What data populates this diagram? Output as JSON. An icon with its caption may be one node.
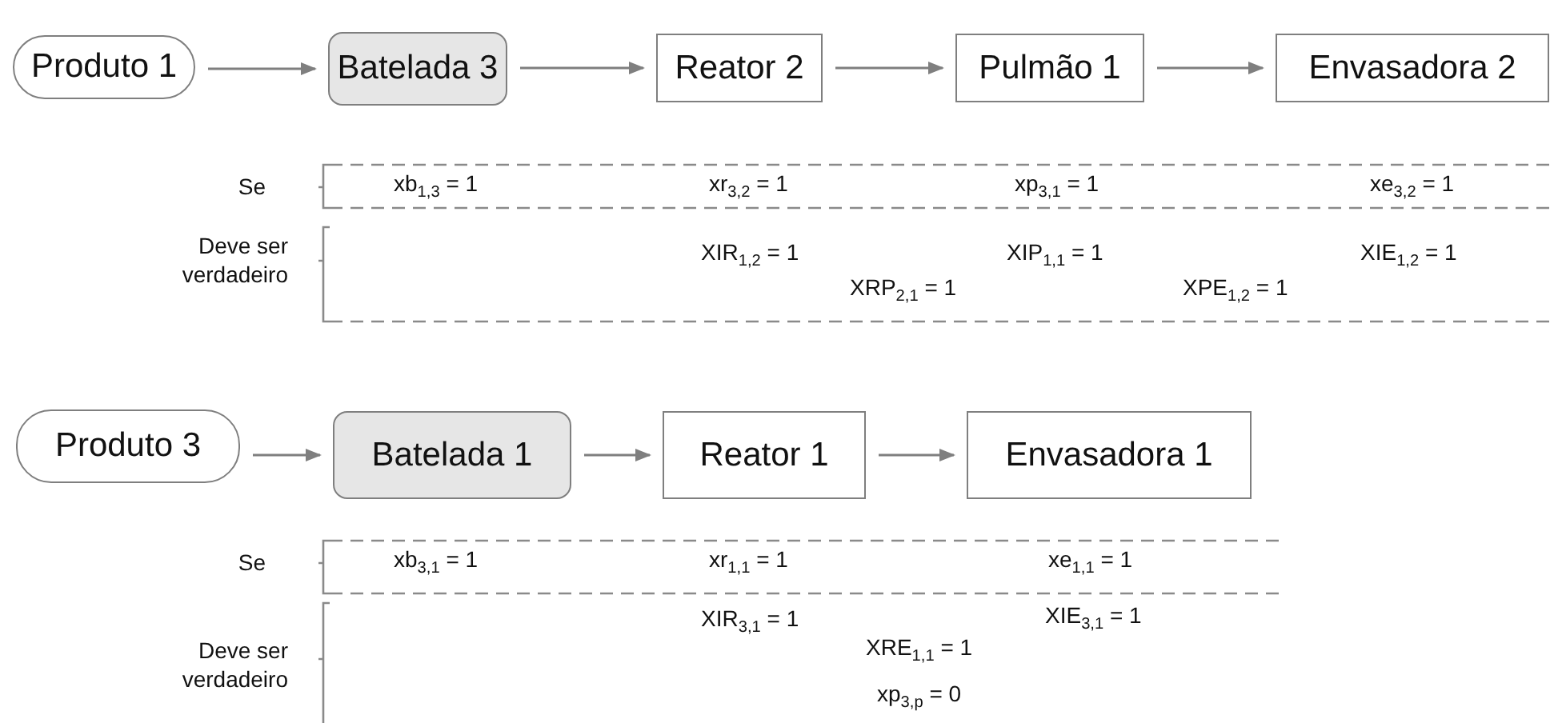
{
  "diagram": {
    "nodes": [
      {
        "text": [
          "Produto 1"
        ]
      },
      {
        "text": [
          "Batelada 3"
        ]
      },
      {
        "text": [
          "Reator 2"
        ]
      },
      {
        "text": [
          "Pulmão 1"
        ]
      },
      {
        "text": [
          "Envasadora 2"
        ]
      },
      {
        "text": [
          "Produto 3"
        ]
      },
      {
        "text": [
          "Batelada 1"
        ]
      },
      {
        "text": [
          "Reator 1"
        ]
      },
      {
        "text": [
          "Envasadora 1"
        ]
      }
    ],
    "edges": [
      {
        "from": 0,
        "to": 1,
        "arrow": "to"
      },
      {
        "from": 1,
        "to": 2,
        "arrow": "to"
      },
      {
        "from": 2,
        "to": 3,
        "arrow": "to"
      },
      {
        "from": 3,
        "to": 4,
        "arrow": "to"
      },
      {
        "from": 5,
        "to": 6,
        "arrow": "to"
      },
      {
        "from": 6,
        "to": 7,
        "arrow": "to"
      },
      {
        "from": 7,
        "to": 8,
        "arrow": "to"
      }
    ],
    "labels": [
      "Se",
      "xb$_{1,3}$ = 1",
      "xr$_{3,2}$ = 1",
      "xp$_{3,1}$ = 1",
      "xe$_{3,2}$ = 1",
      "Deve ser verdadeiro",
      "XIR$_{1,2}$ = 1",
      "XIP$_{1,1}$ = 1",
      "XIE$_{1,2}$ = 1",
      "XRP$_{2,1}$ = 1",
      "XPE$_{1,2}$ = 1",
      "Se",
      "xb$_{3,1}$ = 1",
      "xr$_{1,1}$ = 1",
      "xe$_{1,1}$ = 1",
      "Deve ser verdadeiro",
      "XIR$_{3,1}$ = 1",
      "XIE$_{3,1}$ = 1",
      "XRE$_{1,1}$ = 1",
      "xp$_{3,p}$ = 0"
    ]
  }
}
